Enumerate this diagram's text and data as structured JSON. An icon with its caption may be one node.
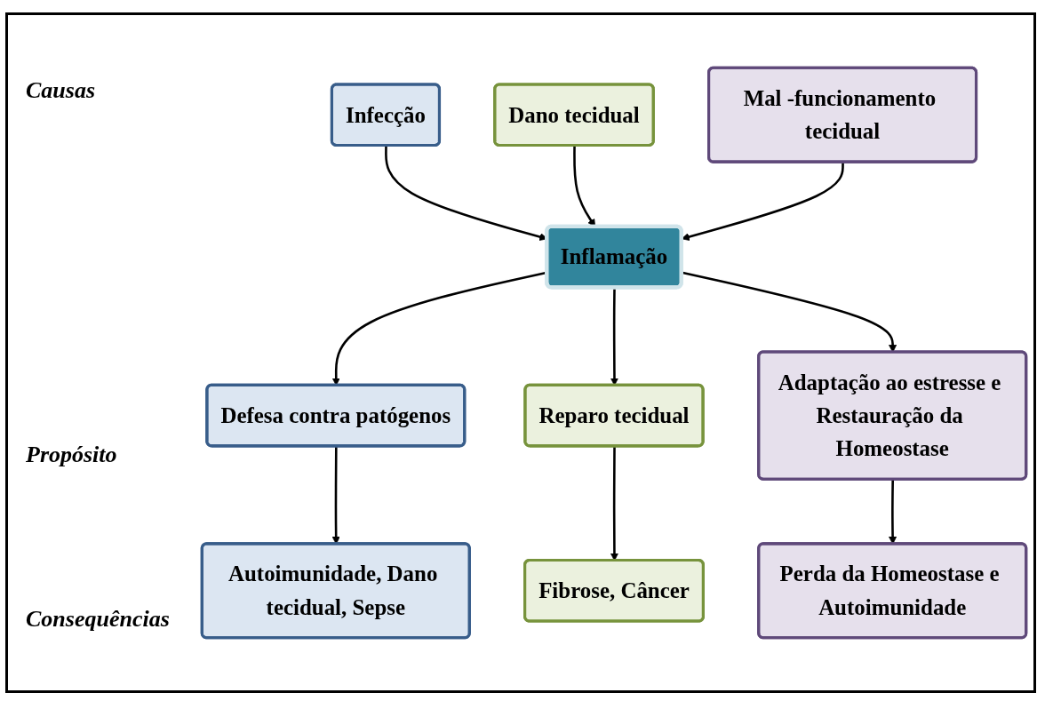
{
  "diagram": {
    "nodes": [
      {
        "text": [
          "Infecção"
        ]
      },
      {
        "text": [
          "Dano tecidual"
        ]
      },
      {
        "text": [
          "Mal -funcionamento tecidual"
        ]
      },
      {
        "text": [
          "Inflamação"
        ]
      },
      {
        "text": [
          "Defesa contra patógenos"
        ]
      },
      {
        "text": [
          "Reparo tecidual"
        ]
      },
      {
        "text": [
          "Adaptação ao estresse e Restauração da Homeostase"
        ]
      },
      {
        "text": [
          "Autoimunidade, Dano tecidual, Sepse"
        ]
      },
      {
        "text": [
          "Fibrose, Câncer"
        ]
      },
      {
        "text": [
          "Perda da Homeostase e Autoimunidade"
        ]
      }
    ],
    "edges": [
      {
        "from": 0,
        "to": 3,
        "arrow": "to"
      },
      {
        "from": 1,
        "to": 3,
        "arrow": "to"
      },
      {
        "from": 2,
        "to": 3,
        "arrow": "to"
      },
      {
        "from": 3,
        "to": 4,
        "arrow": "to"
      },
      {
        "from": 3,
        "to": 5,
        "arrow": "to"
      },
      {
        "from": 3,
        "to": 6,
        "arrow": "to"
      },
      {
        "from": 4,
        "to": 7,
        "arrow": "to"
      },
      {
        "from": 5,
        "to": 8,
        "arrow": "to"
      },
      {
        "from": 6,
        "to": 9,
        "arrow": "to"
      }
    ],
    "labels": [
      "Causas",
      "Propósito",
      "Consequências"
    ]
  }
}
